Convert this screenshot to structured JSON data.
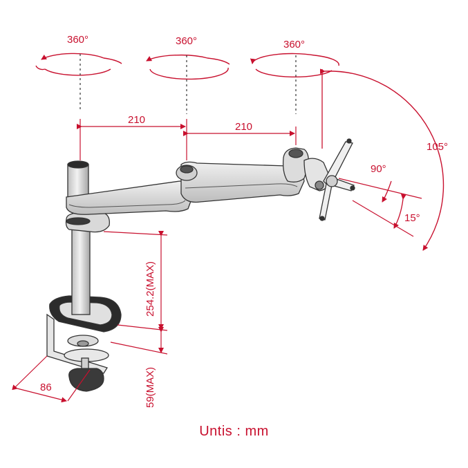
{
  "diagram": {
    "rotation_labels": [
      "360°",
      "360°",
      "360°"
    ],
    "arm_length_1": "210",
    "arm_length_2": "210",
    "tilt_range": "105°",
    "swivel_angle": "90°",
    "tilt_angle": "15°",
    "height_adjust": "254.2(MAX)",
    "clamp_thickness": "59(MAX)",
    "clamp_depth": "86",
    "units_note": "Untis : mm"
  },
  "colors": {
    "dimension": "#c8102e",
    "outline": "#333333",
    "metal": "#d9d9d9"
  }
}
